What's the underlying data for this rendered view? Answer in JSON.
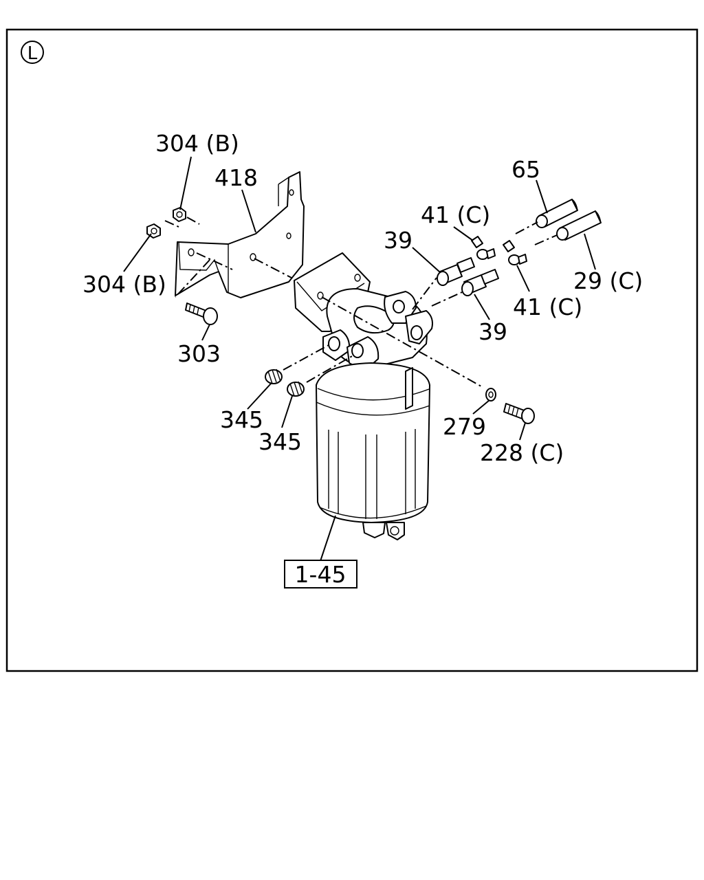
{
  "section_marker": "L",
  "callouts": {
    "nut_upper": "304 (B)",
    "bracket": "418",
    "nut_lower": "304 (B)",
    "bolt_bracket": "303",
    "fitting_left": "39",
    "fitting_right": "39",
    "clip_upper": "41 (C)",
    "clip_lower": "41 (C)",
    "hose_65": "65",
    "hose_29": "29 (C)",
    "plug_a": "345",
    "plug_b": "345",
    "washer": "279",
    "bolt_head": "228 (C)",
    "filter_assembly": "1-45"
  }
}
